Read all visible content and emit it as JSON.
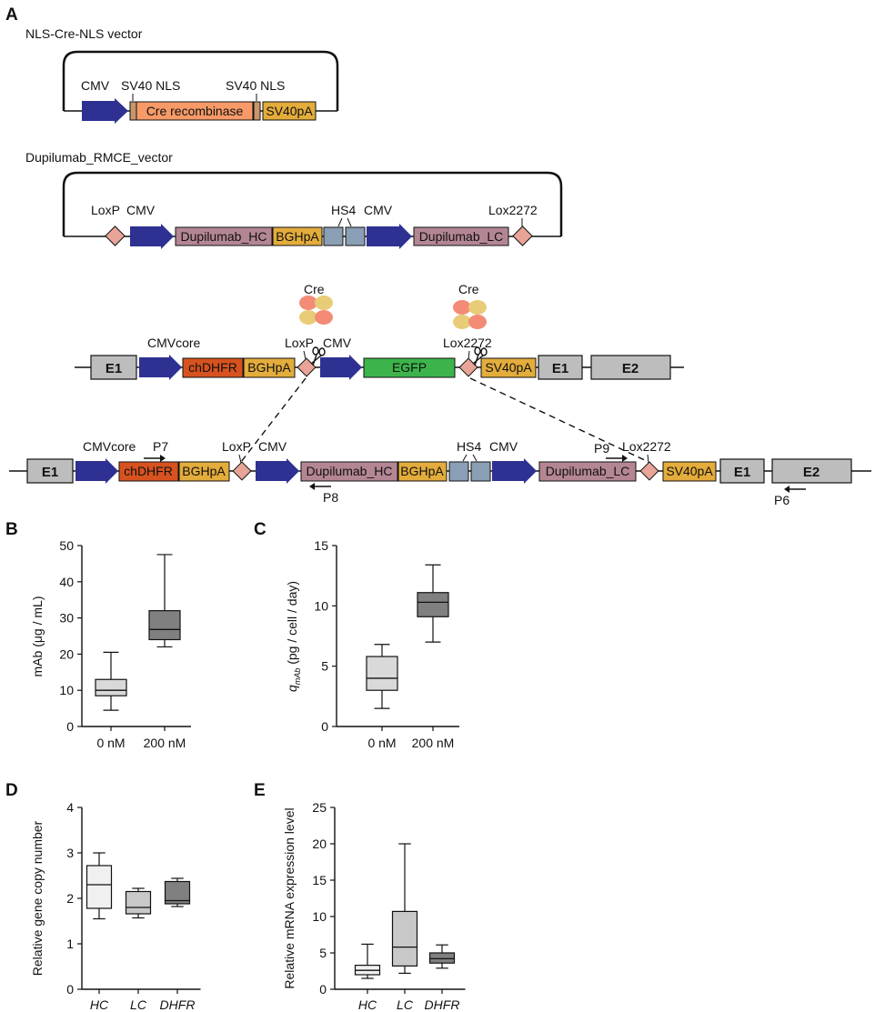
{
  "panels": {
    "a": "A",
    "b": "B",
    "c": "C",
    "d": "D",
    "e": "E"
  },
  "vector1": {
    "title": "NLS-Cre-NLS vector",
    "labels": {
      "cmv": "CMV",
      "nls1": "SV40 NLS",
      "nls2": "SV40 NLS"
    },
    "cre": "Cre recombinase",
    "pa": "SV40pA"
  },
  "vector2": {
    "title": "Dupilumab_RMCE_vector",
    "labels": {
      "loxp": "LoxP",
      "cmv1": "CMV",
      "hs4": "HS4",
      "cmv2": "CMV",
      "lox2272": "Lox2272"
    },
    "hc": "Dupilumab_HC",
    "bgh": "BGHpA",
    "lc": "Dupilumab_LC"
  },
  "locus": {
    "cre_left": "Cre",
    "cre_right": "Cre",
    "e1": "E1",
    "cmvcore": "CMVcore",
    "chdhfr": "chDHFR",
    "bgh": "BGHpA",
    "loxp": "LoxP",
    "cmv": "CMV",
    "egfp": "EGFP",
    "lox2272": "Lox2272",
    "sv40pa": "SV40pA",
    "e1b": "E1",
    "e2": "E2"
  },
  "final": {
    "e1": "E1",
    "cmvcore": "CMVcore",
    "p7": "P7",
    "chdhfr": "chDHFR",
    "bgh1": "BGHpA",
    "loxp": "LoxP",
    "cmv1": "CMV",
    "hc": "Dupilumab_HC",
    "p8": "P8",
    "bgh2": "BGHpA",
    "hs4": "HS4",
    "cmv2": "CMV",
    "lc": "Dupilumab_LC",
    "p9": "P9",
    "lox2272": "Lox2272",
    "sv40pa": "SV40pA",
    "e1b": "E1",
    "e2": "E2",
    "p6": "P6"
  },
  "colors": {
    "promoter": "#2e3192",
    "cre": "#f79a68",
    "nls": "#c7966b",
    "pa": "#e3ac3b",
    "mab": "#b48693",
    "hs4": "#8a9eb5",
    "lox": "#e7a497",
    "dhfr": "#d7521f",
    "egfp": "#3cb44b",
    "exon": "#bdbdbd",
    "cre_pink": "#f48b76",
    "cre_yellow": "#e8cc78"
  },
  "chart_data": [
    {
      "id": "B",
      "type": "boxplot",
      "ylabel": "mAb (μg / mL)",
      "ylim": [
        0,
        50
      ],
      "yticks": [
        "0",
        "10",
        "20",
        "30",
        "40",
        "50"
      ],
      "categories": [
        "0 nM",
        "200 nM"
      ],
      "boxes": [
        {
          "min": 4.5,
          "q1": 8.5,
          "median": 10,
          "q3": 13,
          "max": 20.5,
          "color": "#d9d9d9"
        },
        {
          "min": 22,
          "q1": 24,
          "median": 26.8,
          "q3": 32,
          "max": 47.5,
          "color": "#808080"
        }
      ]
    },
    {
      "id": "C",
      "type": "boxplot",
      "ylabel_main": "q",
      "ylabel_sub": "mAb",
      "ylabel_rest": " (pg / cell / day)",
      "ylim": [
        0,
        15
      ],
      "yticks": [
        "0",
        "5",
        "10",
        "15"
      ],
      "categories": [
        "0 nM",
        "200 nM"
      ],
      "boxes": [
        {
          "min": 1.5,
          "q1": 3,
          "median": 4,
          "q3": 5.8,
          "max": 6.8,
          "color": "#d9d9d9"
        },
        {
          "min": 7,
          "q1": 9.1,
          "median": 10.3,
          "q3": 11.1,
          "max": 13.4,
          "color": "#808080"
        }
      ]
    },
    {
      "id": "D",
      "type": "boxplot",
      "ylabel": "Relative gene copy number",
      "ylim": [
        0,
        4
      ],
      "yticks": [
        "0",
        "1",
        "2",
        "3",
        "4"
      ],
      "categories": [
        "HC",
        "LC",
        "DHFR"
      ],
      "boxes": [
        {
          "min": 1.55,
          "q1": 1.78,
          "median": 2.3,
          "q3": 2.72,
          "max": 3.0,
          "color": "#f0f0f0"
        },
        {
          "min": 1.57,
          "q1": 1.66,
          "median": 1.8,
          "q3": 2.15,
          "max": 2.22,
          "color": "#c8c8c8"
        },
        {
          "min": 1.82,
          "q1": 1.88,
          "median": 1.95,
          "q3": 2.37,
          "max": 2.44,
          "color": "#808080"
        }
      ]
    },
    {
      "id": "E",
      "type": "boxplot",
      "ylabel": "Relative mRNA expression level",
      "ylim": [
        0,
        25
      ],
      "yticks": [
        "0",
        "5",
        "10",
        "15",
        "20",
        "25"
      ],
      "categories": [
        "HC",
        "LC",
        "DHFR"
      ],
      "boxes": [
        {
          "min": 1.5,
          "q1": 2.0,
          "median": 2.6,
          "q3": 3.3,
          "max": 6.2,
          "color": "#f0f0f0"
        },
        {
          "min": 2.2,
          "q1": 3.2,
          "median": 5.8,
          "q3": 10.7,
          "max": 20,
          "color": "#c8c8c8"
        },
        {
          "min": 2.9,
          "q1": 3.6,
          "median": 4.2,
          "q3": 5.0,
          "max": 6.1,
          "color": "#808080"
        }
      ]
    }
  ]
}
